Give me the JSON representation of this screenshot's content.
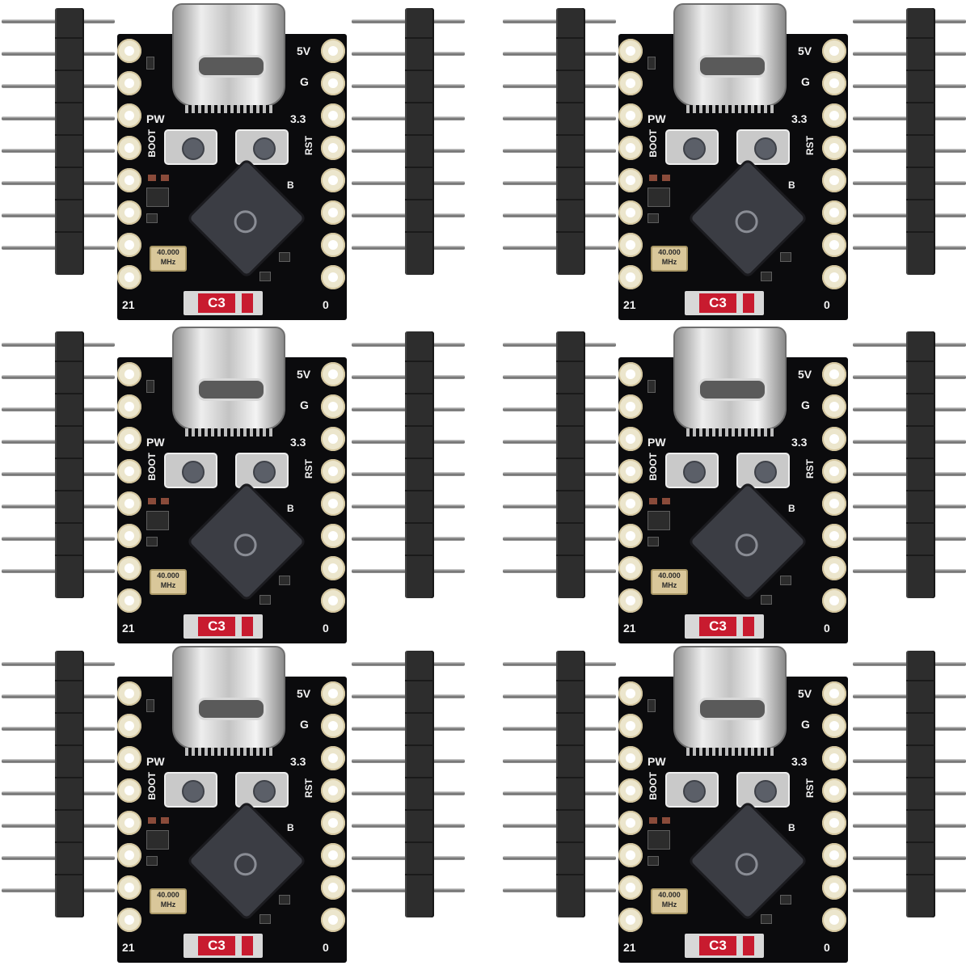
{
  "boards": [
    {
      "id": "board-top-left"
    },
    {
      "id": "board-top-right"
    },
    {
      "id": "board-middle-left"
    },
    {
      "id": "board-middle-right"
    },
    {
      "id": "board-bottom-left"
    },
    {
      "id": "board-bottom-right"
    }
  ],
  "silkscreen": {
    "5v": "5V",
    "g": "G",
    "pw": "PW",
    "v33": "3.3",
    "boot": "BOOT",
    "rst": "RST",
    "b": "B",
    "pin_21": "21",
    "pin_0": "0",
    "crystal_freq": "40.000",
    "crystal_unit": "MHz",
    "model": "C3"
  },
  "colors": {
    "board": "#0b0b0d",
    "pad": "#ece6cd",
    "label_red": "#c81b2f",
    "header": "#2d2d2d"
  },
  "icons": {
    "usb": "usb-c-connector",
    "chip": "esp32-c3-chip",
    "logo": "espressif-logo"
  }
}
